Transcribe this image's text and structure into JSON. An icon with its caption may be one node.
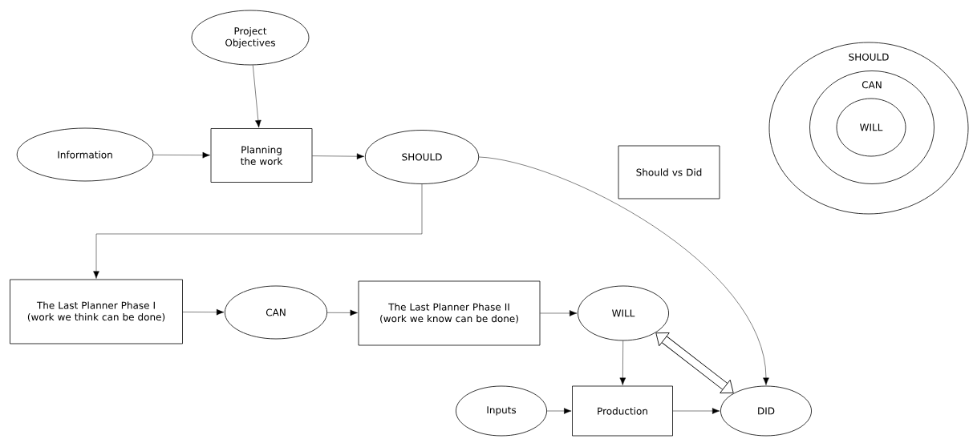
{
  "diagram": {
    "nodes": [
      {
        "text": [
          "Project Objectives"
        ]
      },
      {
        "text": [
          "Information"
        ]
      },
      {
        "text": [
          "Planning the work"
        ]
      },
      {
        "text": [
          "SHOULD"
        ]
      },
      {
        "text": [
          "Should vs Did"
        ]
      },
      {
        "text": [
          "SHOULD"
        ]
      },
      {
        "text": [
          "CAN"
        ],
        "in": 5
      },
      {
        "text": [
          "WILL"
        ],
        "in": 6
      },
      {
        "text": [
          "The Last Planner Phase I (work we think can be done)"
        ]
      },
      {
        "text": [
          "CAN"
        ]
      },
      {
        "text": [
          "The Last Planner Phase II (work we know can be done)"
        ]
      },
      {
        "text": [
          "WILL"
        ]
      },
      {
        "text": [
          "Inputs"
        ]
      },
      {
        "text": [
          "Production"
        ]
      },
      {
        "text": [
          "DID"
        ]
      }
    ],
    "edges": [
      {
        "from": 0,
        "to": 2,
        "arrow": "to"
      },
      {
        "from": 1,
        "to": 2,
        "arrow": "to"
      },
      {
        "from": 2,
        "to": 3,
        "arrow": "to"
      },
      {
        "from": 3,
        "to": 8,
        "arrow": "to"
      },
      {
        "from": 3,
        "to": 14,
        "arrow": "to"
      },
      {
        "from": 8,
        "to": 9,
        "arrow": "to"
      },
      {
        "from": 9,
        "to": 10,
        "arrow": "to"
      },
      {
        "from": 10,
        "to": 11,
        "arrow": "to"
      },
      {
        "from": 11,
        "to": 13,
        "arrow": "to"
      },
      {
        "from": 12,
        "to": 13,
        "arrow": "to"
      },
      {
        "from": 13,
        "to": 14,
        "arrow": "to"
      },
      {
        "from": 11,
        "to": 14,
        "arrow": "both",
        "style": "thick"
      }
    ]
  }
}
